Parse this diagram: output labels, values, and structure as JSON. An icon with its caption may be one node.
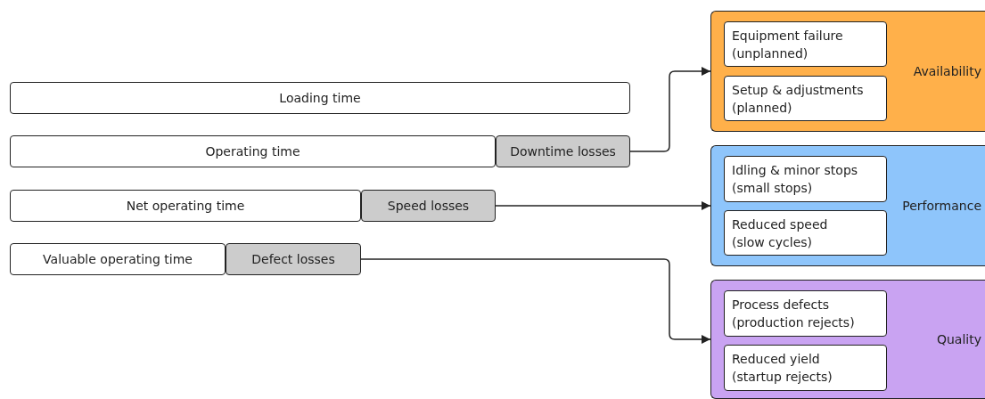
{
  "diagram": {
    "nodes": [
      {
        "text": [
          "Loading time"
        ]
      },
      {
        "text": [
          "Operating time"
        ]
      },
      {
        "text": [
          "Downtime losses"
        ]
      },
      {
        "text": [
          "Net operating time"
        ]
      },
      {
        "text": [
          "Speed losses"
        ]
      },
      {
        "text": [
          "Valuable operating time"
        ]
      },
      {
        "text": [
          "Defect losses"
        ]
      },
      {
        "text": [
          "Availability"
        ]
      },
      {
        "text": [
          "Equipment failure",
          "(unplanned)"
        ],
        "in": 7
      },
      {
        "text": [
          "Setup & adjustments",
          "(planned)"
        ],
        "in": 7
      },
      {
        "text": [
          "Performance"
        ]
      },
      {
        "text": [
          "Idling & minor stops",
          "(small stops)"
        ],
        "in": 10
      },
      {
        "text": [
          "Reduced speed",
          "(slow cycles)"
        ],
        "in": 10
      },
      {
        "text": [
          "Quality"
        ]
      },
      {
        "text": [
          "Process defects",
          "(production rejects)"
        ],
        "in": 13
      },
      {
        "text": [
          "Reduced yield",
          "(startup rejects)"
        ],
        "in": 13
      }
    ],
    "edges": [
      {
        "from": 2,
        "to": 7,
        "arrow": "to"
      },
      {
        "from": 4,
        "to": 10,
        "arrow": "to"
      },
      {
        "from": 6,
        "to": 13,
        "arrow": "to"
      }
    ]
  }
}
